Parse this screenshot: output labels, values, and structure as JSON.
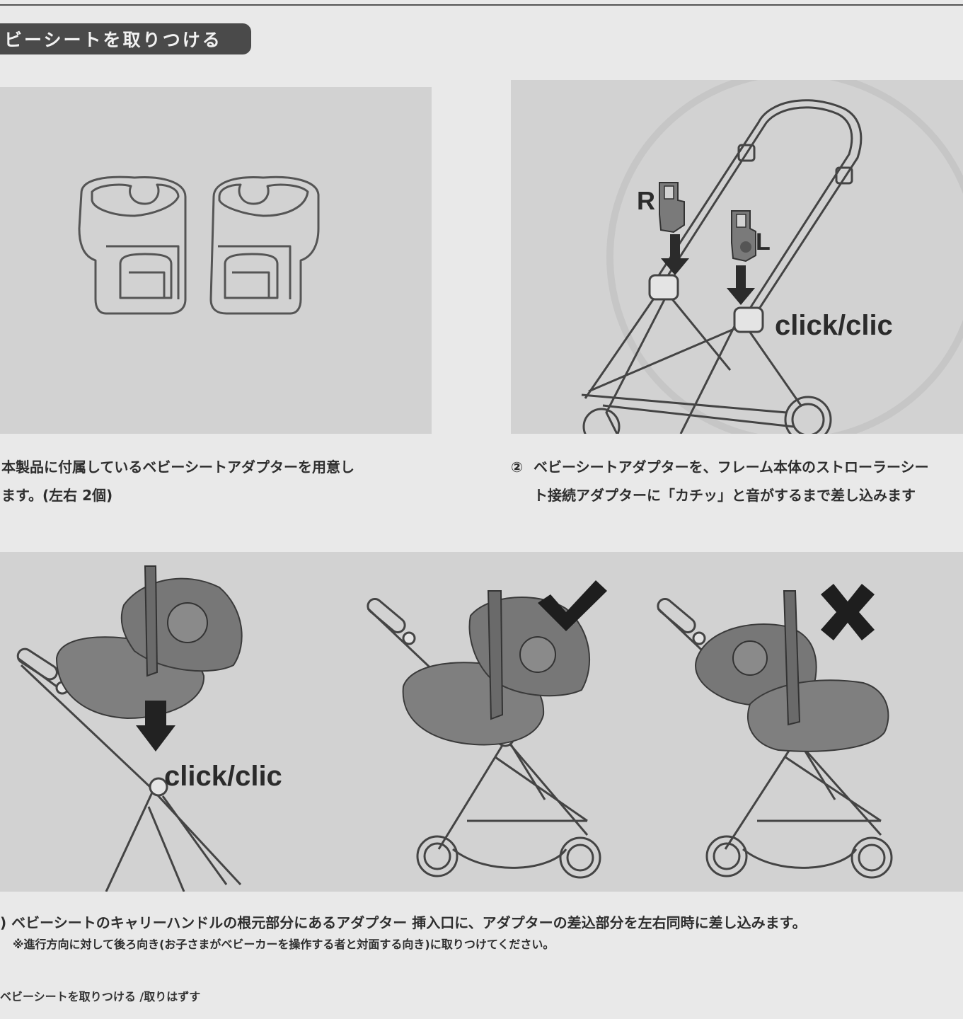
{
  "header": {
    "title": "ビーシートを取りつける"
  },
  "step1": {
    "caption_line1": "本製品に付属しているベビーシートアダプターを用意し",
    "caption_line2": "ます。(左右 2個)"
  },
  "step2": {
    "number": "②",
    "caption_line1": "ベビーシートアダプターを、フレーム本体のストローラーシー",
    "caption_line2": "ト接続アダプターに「カチッ」と音がするまで差し込みます",
    "label_r": "R",
    "label_l": "L",
    "click_text": "click/clic"
  },
  "step3": {
    "caption": ") ベビーシートのキャリーハンドルの根元部分にあるアダプター 挿入口に、アダプターの差込部分を左右同時に差し込みます。",
    "note": "※進行方向に対して後ろ向き(お子さまがベビーカーを操作する者と対面する向き)に取りつけてください。",
    "click_text": "click/clic"
  },
  "footer": {
    "text": "ベビーシートを取りつける /取りはずす"
  },
  "icons": {
    "correct": "checkmark-icon",
    "incorrect": "cross-icon",
    "down_arrow": "down-arrow-icon"
  },
  "colors": {
    "header_bg": "#4a4a4a",
    "panel_bg": "#d2d2d2",
    "page_bg": "#e9e9e9"
  }
}
